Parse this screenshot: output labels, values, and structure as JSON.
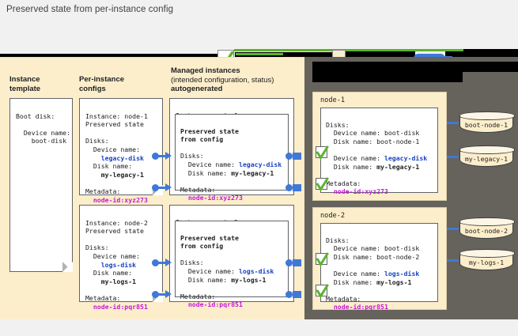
{
  "caption": "Preserved state from per-instance config",
  "colors": {
    "panel_cream": "#fdeecb",
    "panel_dark": "#66625c",
    "accent_blue": "#3f78d8",
    "link_blue": "#1a43c4",
    "magenta": "#c518d6",
    "green_check": "#5cb32b"
  },
  "legend": {
    "check_icon": "green-check-icon",
    "cream_swatch": "cream-square-swatch",
    "blue_blob": "blue-blob-swatch",
    "note": "legend labels are redacted in the source image"
  },
  "columns": {
    "instance_template": {
      "line1": "Instance",
      "line2": "template"
    },
    "per_instance_configs": {
      "line1": "Per-instance",
      "line2": "configs"
    },
    "managed_instances": {
      "line1": "Managed instances",
      "line2": "(intended configuration, status)",
      "line3": "autogenerated"
    },
    "right_header": {
      "line1": "",
      "line2": "",
      "note": "redacted"
    }
  },
  "instance_template_card": {
    "title": "Boot disk:",
    "device_name_label": "Device name:",
    "device_name_value": "boot-disk"
  },
  "per_instance_configs": [
    {
      "instance": "Instance: node-1",
      "preserved": "Preserved state",
      "disks_label": "Disks:",
      "device_name_label": "Device name:",
      "device_name_value": "legacy-disk",
      "disk_name_label": "Disk name:",
      "disk_name_value": "my-legacy-1",
      "metadata_label": "Metadata:",
      "metadata_value": "node-id:xyz273"
    },
    {
      "instance": "Instance: node-2",
      "preserved": "Preserved state",
      "disks_label": "Disks:",
      "device_name_label": "Device name:",
      "device_name_value": "logs-disk",
      "disk_name_label": "Disk name:",
      "disk_name_value": "my-logs-1",
      "metadata_label": "Metadata:",
      "metadata_value": "node-id:pqr851"
    }
  ],
  "managed_instances": [
    {
      "instance": "Instance: node-1",
      "preserved_line1": "Preserved state",
      "preserved_line2": "from config",
      "disks_label": "Disks:",
      "device_name_label": "Device name:",
      "device_name_value": "legacy-disk",
      "disk_name_label": "Disk name:",
      "disk_name_value": "my-legacy-1",
      "metadata_label": "Metadata:",
      "metadata_value": "node-id:xyz273"
    },
    {
      "instance": "Instance: node-2",
      "preserved_line1": "Preserved state",
      "preserved_line2": "from config",
      "disks_label": "Disks:",
      "device_name_label": "Device name:",
      "device_name_value": "logs-disk",
      "disk_name_label": "Disk name:",
      "disk_name_value": "my-logs-1",
      "metadata_label": "Metadata:",
      "metadata_value": "node-id:pqr851"
    }
  ],
  "nodes": [
    {
      "name": "node-1",
      "disks_label": "Disks:",
      "boot_device_label": "Device name: boot-disk",
      "boot_disk_label": "Disk name: boot-node-1",
      "extra_device_label": "Device name:",
      "extra_device_value": "legacy-disk",
      "extra_disk_label": "Disk name:",
      "extra_disk_value": "my-legacy-1",
      "metadata_label": "Metadata:",
      "metadata_value": "node-id:xyz273",
      "disks": [
        "boot-node-1",
        "my-legacy-1"
      ]
    },
    {
      "name": "node-2",
      "disks_label": "Disks:",
      "boot_device_label": "Device name: boot-disk",
      "boot_disk_label": "Disk name: boot-node-2",
      "extra_device_label": "Device name:",
      "extra_device_value": "logs-disk",
      "extra_disk_label": "Disk name:",
      "extra_disk_value": "my-logs-1",
      "metadata_label": "Metadata:",
      "metadata_value": "node-id:pqr851",
      "disks": [
        "boot-node-2",
        "my-logs-1"
      ]
    }
  ]
}
